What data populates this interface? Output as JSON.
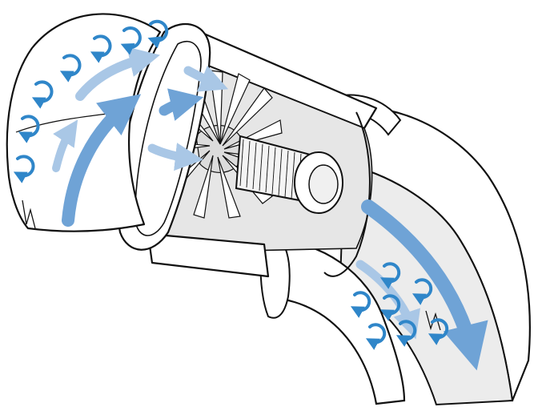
{
  "diagram": {
    "kind": "cutaway illustration of a duct fan / blower housing with swirling airflow",
    "colors": {
      "outline": "#111111",
      "housing_fill": "#ffffff",
      "interior_shade": "#e6e6e6",
      "deep_shade": "#cfcfcf",
      "flow_dark": "#6fa3d6",
      "flow_light": "#a9c7e6",
      "swirl": "#2f86c9"
    },
    "components": [
      "inlet-bend",
      "front-flange",
      "fan-housing",
      "fan-blades",
      "drive-shaft",
      "outlet-bend"
    ],
    "flows": [
      "inlet-flow",
      "blade-flow",
      "outlet-flow"
    ]
  }
}
